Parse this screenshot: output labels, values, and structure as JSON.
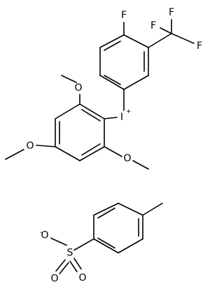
{
  "molecule": {
    "atoms": {
      "fluoro": "F",
      "cf3_f1": "F",
      "cf3_f2": "F",
      "cf3_f3": "F",
      "iodonium": "I",
      "iodonium_charge": "+",
      "ome_top": "O",
      "ome_left": "O",
      "ome_right": "O",
      "sulfonate_o_minus": "O",
      "sulfonate_o_minus_charge": "-",
      "sulfur": "S",
      "sulfonate_o_bottom_left": "O",
      "sulfonate_o_bottom_right": "O"
    }
  }
}
